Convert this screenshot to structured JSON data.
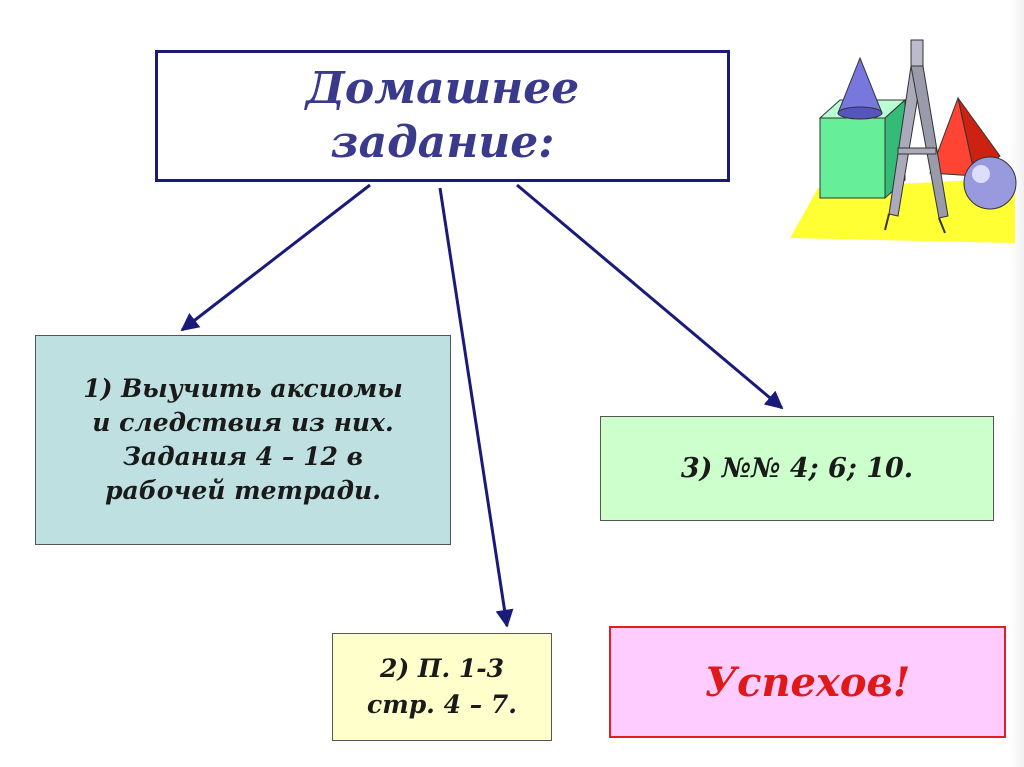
{
  "title": {
    "line1": "Домашнее",
    "line2": "задание:"
  },
  "tasks": {
    "task1": {
      "lines": [
        "1) Выучить аксиомы",
        "и следствия из них.",
        "Задания 4 – 12 в",
        "рабочей тетради."
      ]
    },
    "task2": {
      "lines": [
        "2) П. 1-3",
        "стр. 4 – 7."
      ]
    },
    "task3": {
      "text": "3) №№ 4; 6; 10."
    }
  },
  "closing": {
    "text": "Успехов!"
  },
  "clipart": {
    "icon": "geometry-shapes-compass-icon"
  },
  "colors": {
    "title_text": "#3a3a8c",
    "arrow": "#1a1a7a",
    "task1_fill": "#bfe0e0",
    "task2_fill": "#ffffcc",
    "task3_fill": "#ccffcc",
    "closing_fill": "#ffccff",
    "closing_text": "#e01818"
  }
}
